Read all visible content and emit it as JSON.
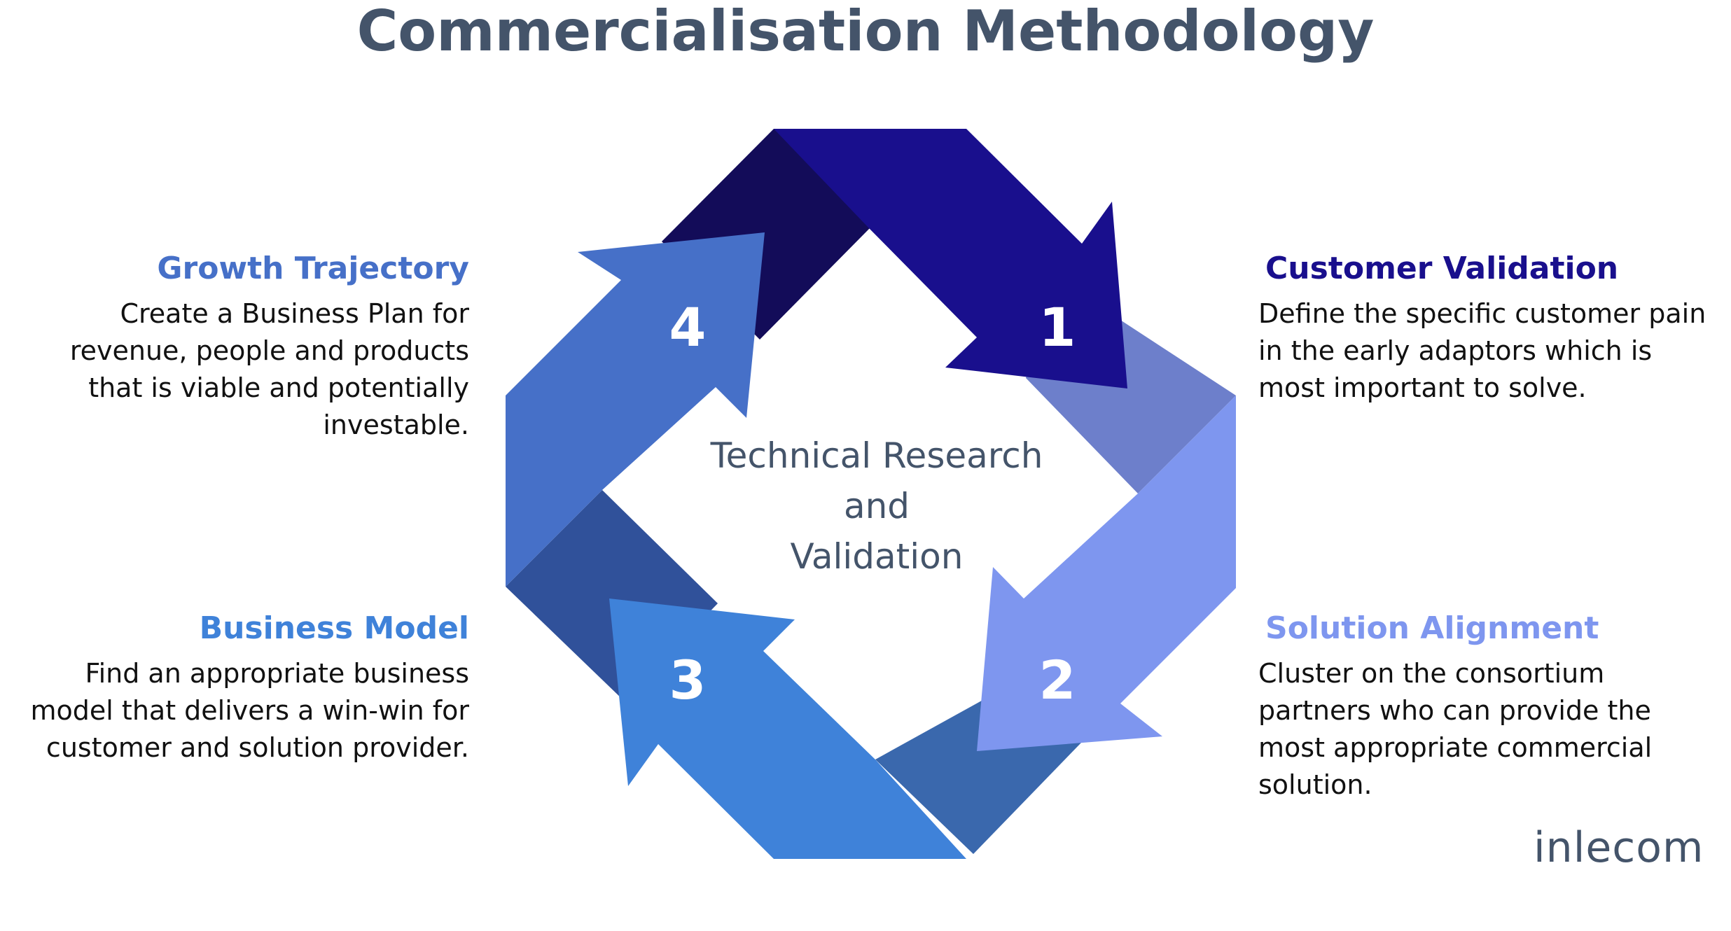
{
  "title": "Commercialisation Methodology",
  "center_lines": [
    "Technical Research",
    "and",
    "Validation"
  ],
  "colors": {
    "title": "#44546a",
    "step1": "#190f8d",
    "step1_shade": "#1f1a6e",
    "step2": "#7e96ef",
    "step2_shade": "#6d7fcb",
    "step3": "#3f82d9",
    "step3_shade": "#3a68ad",
    "step4": "#4670c8",
    "step4_shade": "#30519a",
    "tail_dark": "#130c59"
  },
  "steps": [
    {
      "number": "1",
      "heading": "Customer Validation",
      "description": "Define the specific customer pain in the early adaptors which is most important to solve.",
      "heading_color": "#190f8d"
    },
    {
      "number": "2",
      "heading": "Solution Alignment",
      "description": "Cluster on the consortium partners who can provide the most appropriate commercial solution.",
      "heading_color": "#7e96ef"
    },
    {
      "number": "3",
      "heading": "Business Model",
      "description": "Find an appropriate business model that delivers a win-win for customer and solution provider.",
      "heading_color": "#3f82d9"
    },
    {
      "number": "4",
      "heading": "Growth Trajectory",
      "description": "Create a Business Plan for revenue, people and products that is viable and potentially investable.",
      "heading_color": "#4670c8"
    }
  ],
  "logo": "inlecom"
}
